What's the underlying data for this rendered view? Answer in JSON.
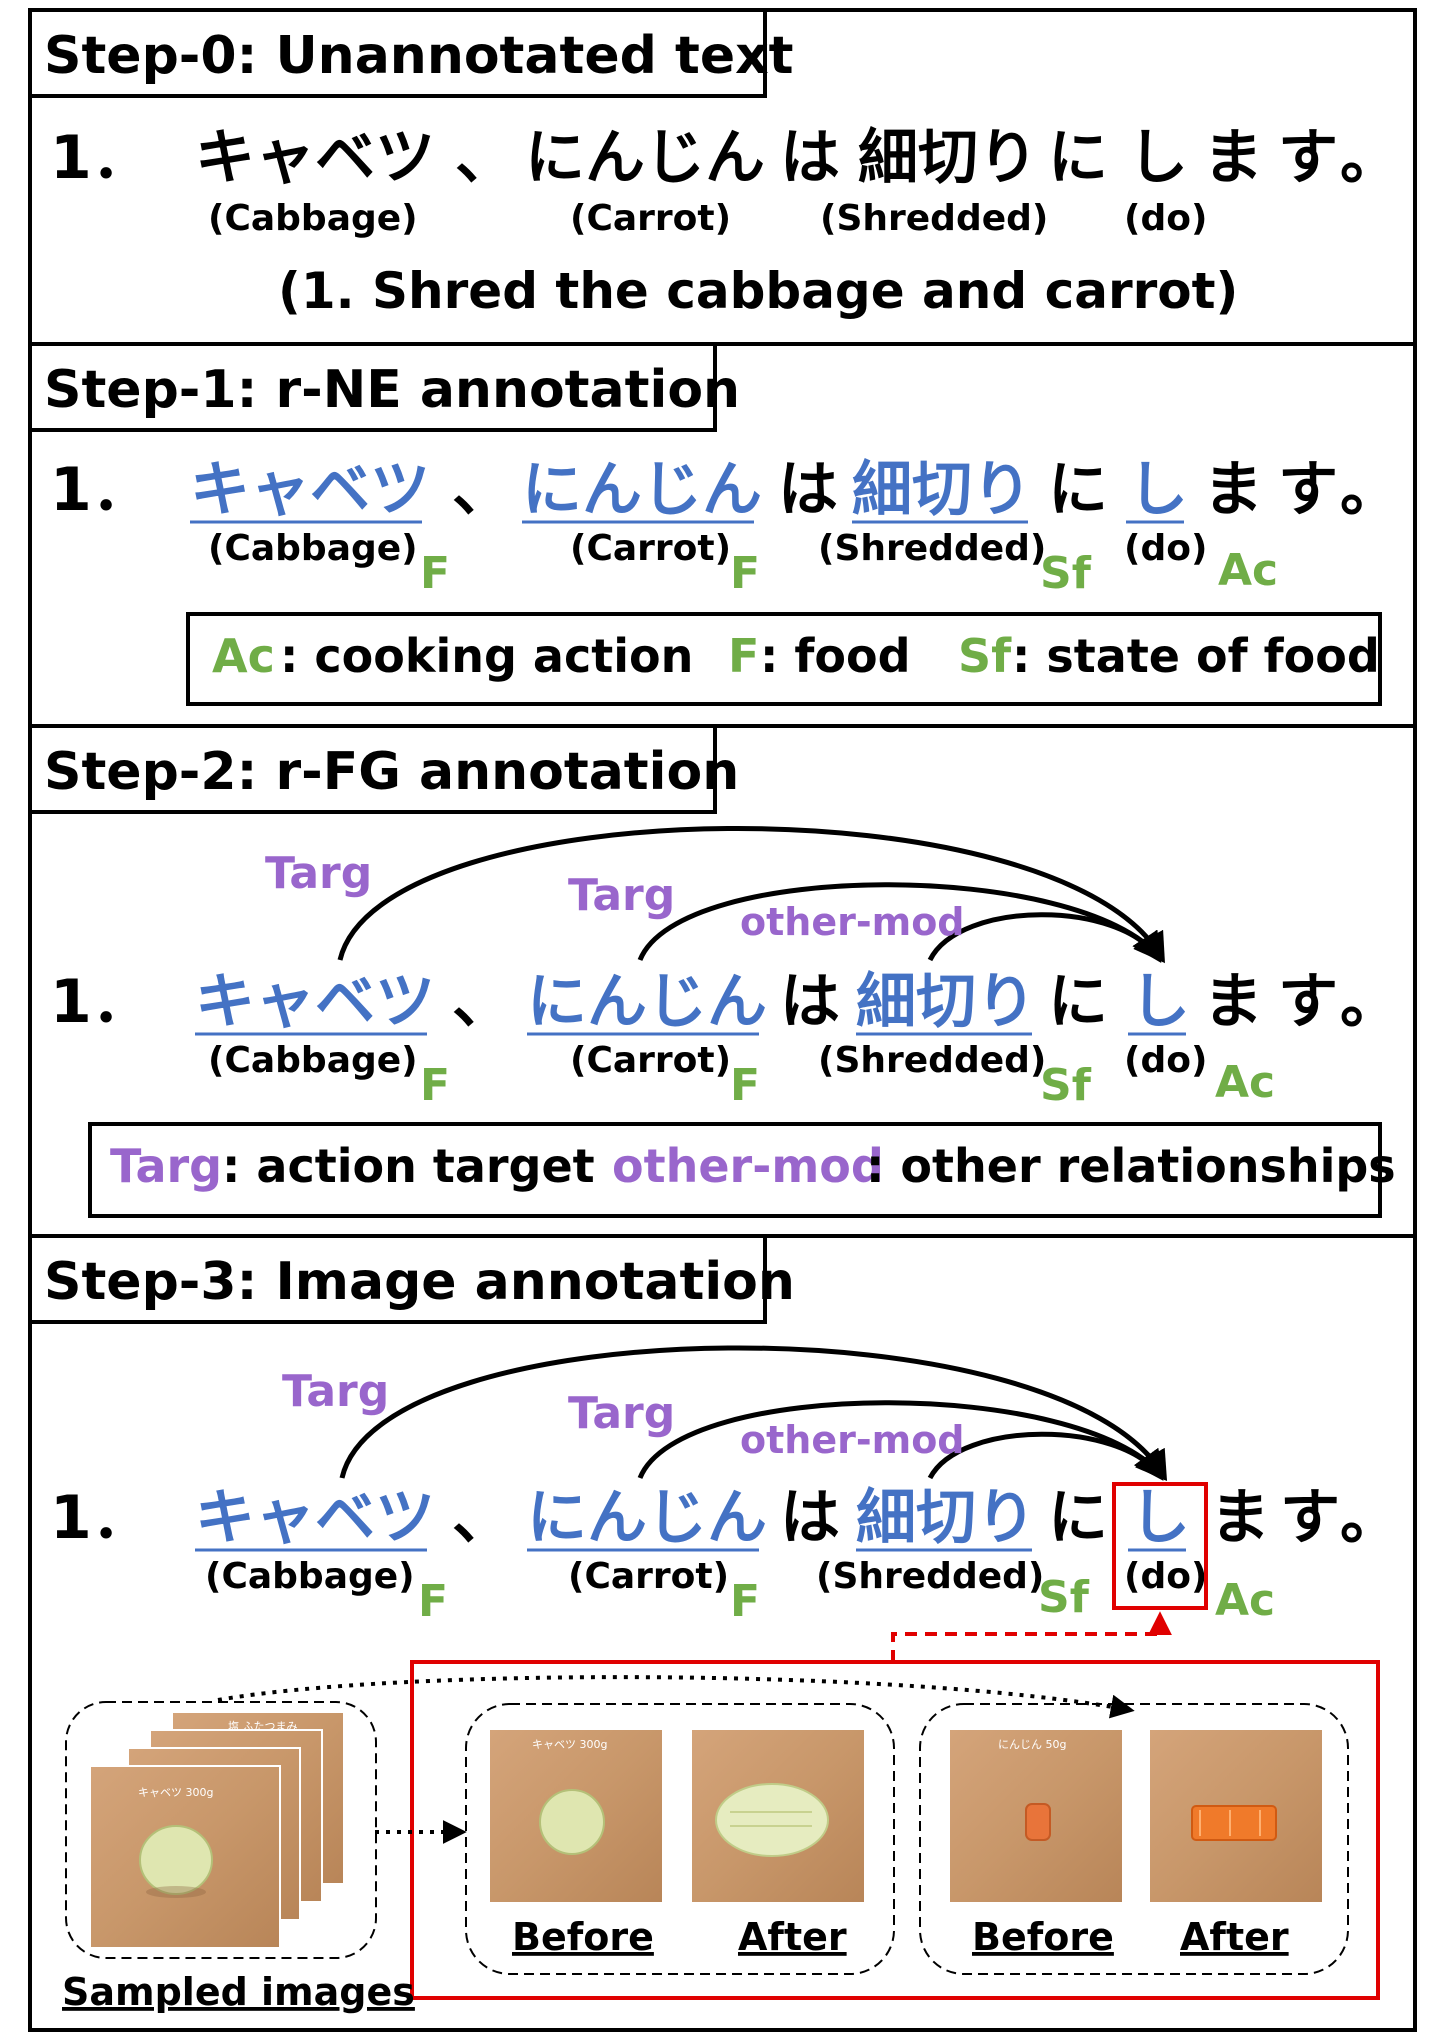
{
  "steps": {
    "s0": "Step-0: Unannotated text",
    "s1": "Step-1: r-NE annotation",
    "s2": "Step-2: r-FG annotation",
    "s3": "Step-3: Image annotation"
  },
  "sentence": {
    "number": "1．",
    "tokens": [
      "キャベツ",
      "、",
      "にんじん",
      "は",
      "細切り",
      "に",
      "し",
      "ま",
      "す",
      "。"
    ],
    "glosses": {
      "cabbage": "(Cabbage)",
      "carrot": "(Carrot)",
      "shredded": "(Shredded)",
      "do": "(do)"
    },
    "translation": "(1. Shred the cabbage and carrot)"
  },
  "ne_tags": {
    "food": "F",
    "state_of_food": "Sf",
    "cooking_action": "Ac"
  },
  "ne_legend": {
    "ac_tag": "Ac",
    "ac_desc": ": cooking action",
    "f_tag": "F",
    "f_desc": ": food",
    "sf_tag": "Sf",
    "sf_desc": ": state of food"
  },
  "relations": {
    "targ": "Targ",
    "other_mod": "other-mod"
  },
  "fg_legend": {
    "targ_tag": "Targ",
    "targ_desc": ": action target",
    "om_tag": "other-mod",
    "om_desc": ": other relationships"
  },
  "images": {
    "sampled_label": "Sampled images",
    "before": "Before",
    "after": "After",
    "captions": {
      "cabbage": "キャベツ 300g",
      "carrot": "にんじん 50g",
      "stack_top": "塩 ふたつまみ"
    }
  },
  "colors": {
    "highlight": "#4472c4",
    "tag_green": "#70ad47",
    "relation_purple": "#9966cc",
    "image_box_red": "#e00000",
    "wood": "#c8976a"
  }
}
